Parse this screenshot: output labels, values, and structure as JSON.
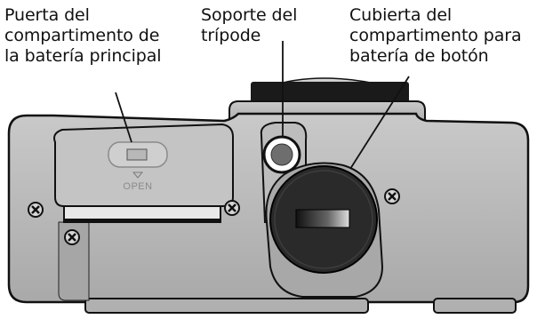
{
  "callouts": {
    "battery_door": {
      "lines": [
        "Puerta del",
        "compartimento de",
        "la batería principal"
      ]
    },
    "tripod_mount": {
      "lines": [
        "Soporte del",
        "trípode"
      ]
    },
    "coin_battery_cover": {
      "lines": [
        "Cubierta del",
        "compartimento para",
        "batería de botón"
      ]
    }
  },
  "door_latch": {
    "text": "OPEN"
  },
  "colors": {
    "body": "#b9b9b9",
    "body_dark": "#8f8f8f",
    "outline": "#111111",
    "dial": "#2a2a2a",
    "tripod_inner": "#666666"
  }
}
